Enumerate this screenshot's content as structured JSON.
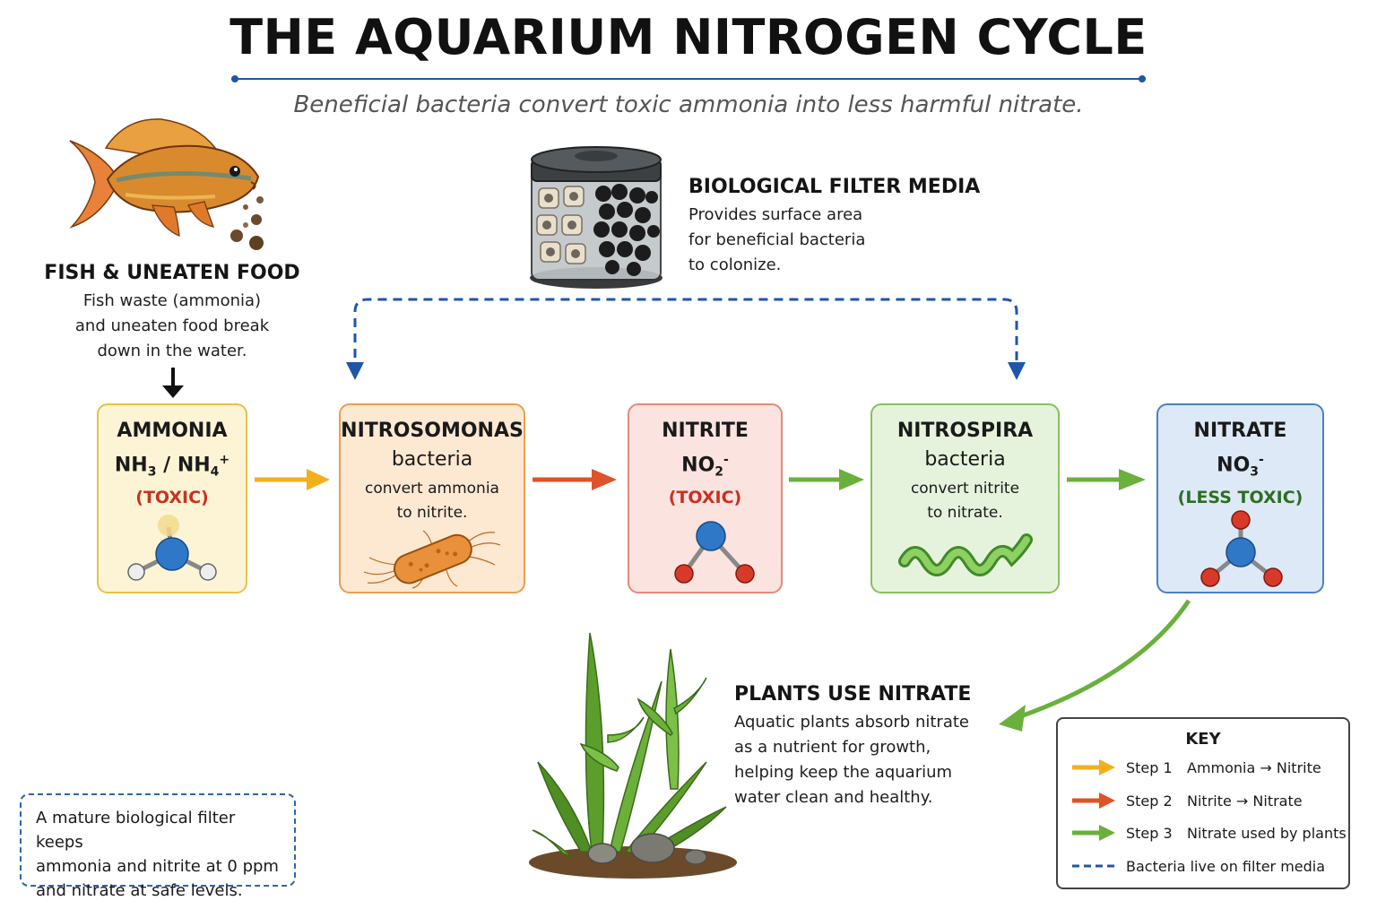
{
  "header": {
    "title": "THE AQUARIUM NITROGEN CYCLE",
    "subtitle": "Beneficial bacteria convert toxic ammonia into less harmful nitrate."
  },
  "fish": {
    "title": "FISH & UNEATEN FOOD",
    "lines": [
      "Fish waste (ammonia)",
      "and uneaten food break",
      "down in the water."
    ]
  },
  "filter": {
    "title": "BIOLOGICAL FILTER MEDIA",
    "lines": [
      "Provides surface area",
      "for beneficial bacteria",
      "to colonize."
    ]
  },
  "steps": {
    "ammonia": {
      "title": "AMMONIA",
      "formula_a": "NH",
      "sub_a": "3",
      "sep": " / ",
      "formula_b": "NH",
      "sub_b": "4",
      "sup_b": "+",
      "status": "(TOXIC)"
    },
    "nitrosomonas": {
      "title": "NITROSOMONAS",
      "subtitle": "bacteria",
      "lines": [
        "convert ammonia",
        "to nitrite."
      ]
    },
    "nitrite": {
      "title": "NITRITE",
      "formula": "NO",
      "sub": "2",
      "sup": "-",
      "status": "(TOXIC)"
    },
    "nitrospira": {
      "title": "NITROSPIRA",
      "subtitle": "bacteria",
      "lines": [
        "convert nitrite",
        "to nitrate."
      ]
    },
    "nitrate": {
      "title": "NITRATE",
      "formula": "NO",
      "sub": "3",
      "sup": "-",
      "status": "(LESS TOXIC)"
    }
  },
  "plants": {
    "title": "PLANTS USE NITRATE",
    "lines": [
      "Aquatic plants absorb nitrate",
      "as a nutrient for growth,",
      "helping keep the aquarium",
      "water clean and healthy."
    ]
  },
  "note": {
    "lines": [
      "A mature biological filter keeps",
      "ammonia and nitrite at 0 ppm",
      "and nitrate at safe levels."
    ]
  },
  "key": {
    "title": "KEY",
    "items": [
      {
        "step": "Step 1",
        "desc": "Ammonia → Nitrite",
        "color": "#f2b01e"
      },
      {
        "step": "Step 2",
        "desc": "Nitrite → Nitrate",
        "color": "#e0522a"
      },
      {
        "step": "Step 3",
        "desc": "Nitrate used by plants",
        "color": "#6ab03c"
      },
      {
        "step": "",
        "desc": "Bacteria live on filter media",
        "color": "#1f56a8"
      }
    ]
  },
  "colors": {
    "step1": "#f2b01e",
    "step2": "#e0522a",
    "step3": "#6ab03c",
    "dashed": "#1f56a8",
    "ammonia_bg": "#fdf4d6",
    "nitroso_bg": "#fde8d2",
    "nitrite_bg": "#fbe3df",
    "nitrospira_bg": "#e6f3dc",
    "nitrate_bg": "#dde9f7"
  },
  "icons": [
    "fish-icon",
    "food-pellets-icon",
    "filter-media-jar-icon",
    "ammonia-molecule-icon",
    "rod-bacterium-icon",
    "nitrite-molecule-icon",
    "spiral-bacterium-icon",
    "nitrate-molecule-icon",
    "aquatic-plants-icon"
  ]
}
